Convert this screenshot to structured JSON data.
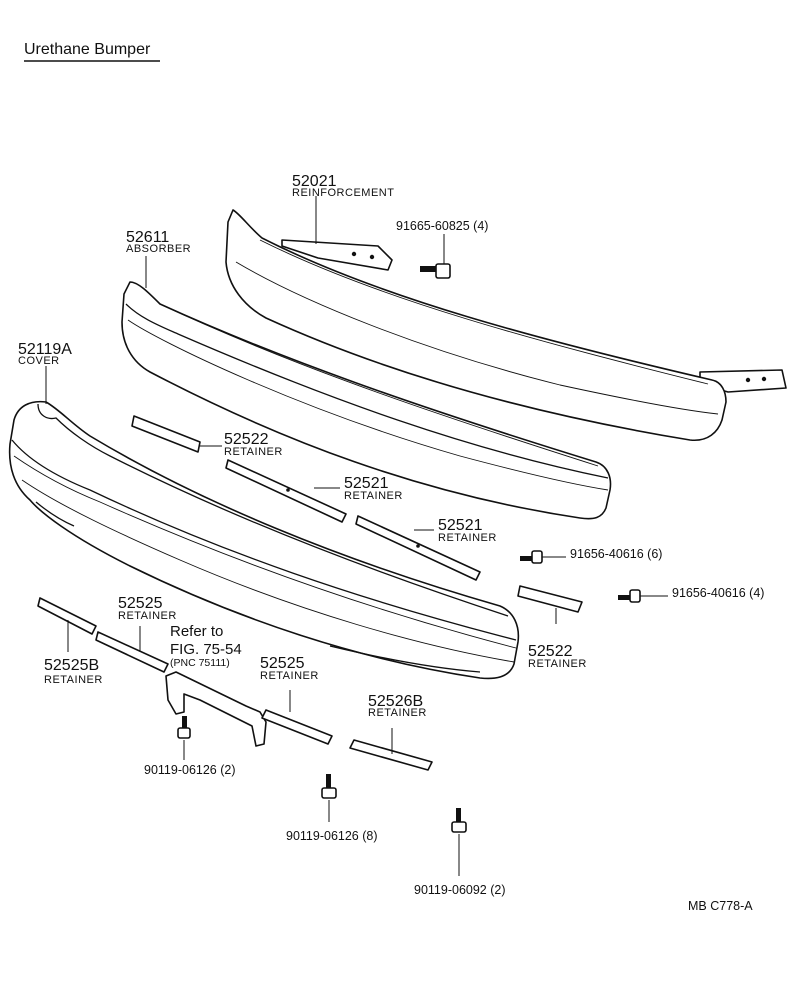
{
  "title": "Urethane Bumper",
  "footer_code": "MB  C778-A",
  "reference": {
    "line1": "Refer to",
    "line2": "FIG. 75-54",
    "line3": "(PNC 75111)"
  },
  "parts": {
    "reinforcement": {
      "number": "52021",
      "name": "REINFORCEMENT"
    },
    "absorber": {
      "number": "52611",
      "name": "ABSORBER"
    },
    "cover": {
      "number": "52119A",
      "name": "COVER"
    },
    "retainer_52522_upper": {
      "number": "52522",
      "name": "RETAINER"
    },
    "retainer_52521_a": {
      "number": "52521",
      "name": "RETAINER"
    },
    "retainer_52521_b": {
      "number": "52521",
      "name": "RETAINER"
    },
    "retainer_52522_lower": {
      "number": "52522",
      "name": "RETAINER"
    },
    "retainer_52525_left": {
      "number": "52525",
      "name": "RETAINER"
    },
    "retainer_52525b": {
      "number": "52525B",
      "name": "RETAINER"
    },
    "retainer_52525_right": {
      "number": "52525",
      "name": "RETAINER"
    },
    "retainer_52526b": {
      "number": "52526B",
      "name": "RETAINER"
    }
  },
  "fasteners": {
    "bolt_91665": "91665-60825 (4)",
    "screw_91656_a": "91656-40616 (6)",
    "screw_91656_b": "91656-40616 (4)",
    "bolt_90119_a": "90119-06126 (2)",
    "bolt_90119_b": "90119-06126 (8)",
    "bolt_90119_c": "90119-06092 (2)"
  }
}
